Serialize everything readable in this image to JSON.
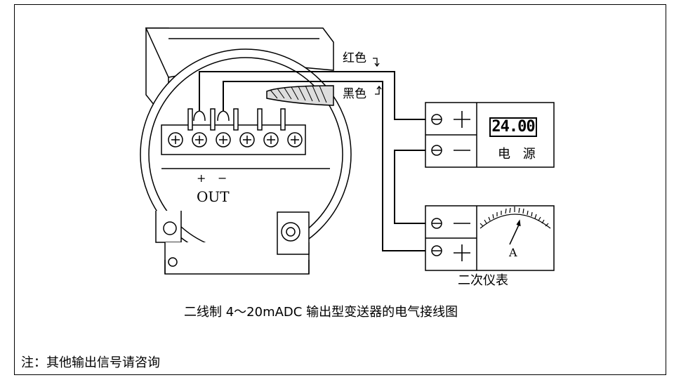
{
  "wire_labels": {
    "red": "红色",
    "black": "黑色"
  },
  "terminal_labels": {
    "plus": "+",
    "minus": "−",
    "output": "OUT"
  },
  "power_supply": {
    "display_value": "24.00",
    "label": "电 源",
    "plus": "+",
    "minus": "−"
  },
  "instrument": {
    "label": "二次仪表",
    "meter_unit": "A",
    "plus": "+",
    "minus": "−"
  },
  "caption": "二线制 4～20mADC  输出型变送器的电气接线图",
  "note": "注：其他输出信号请咨询"
}
